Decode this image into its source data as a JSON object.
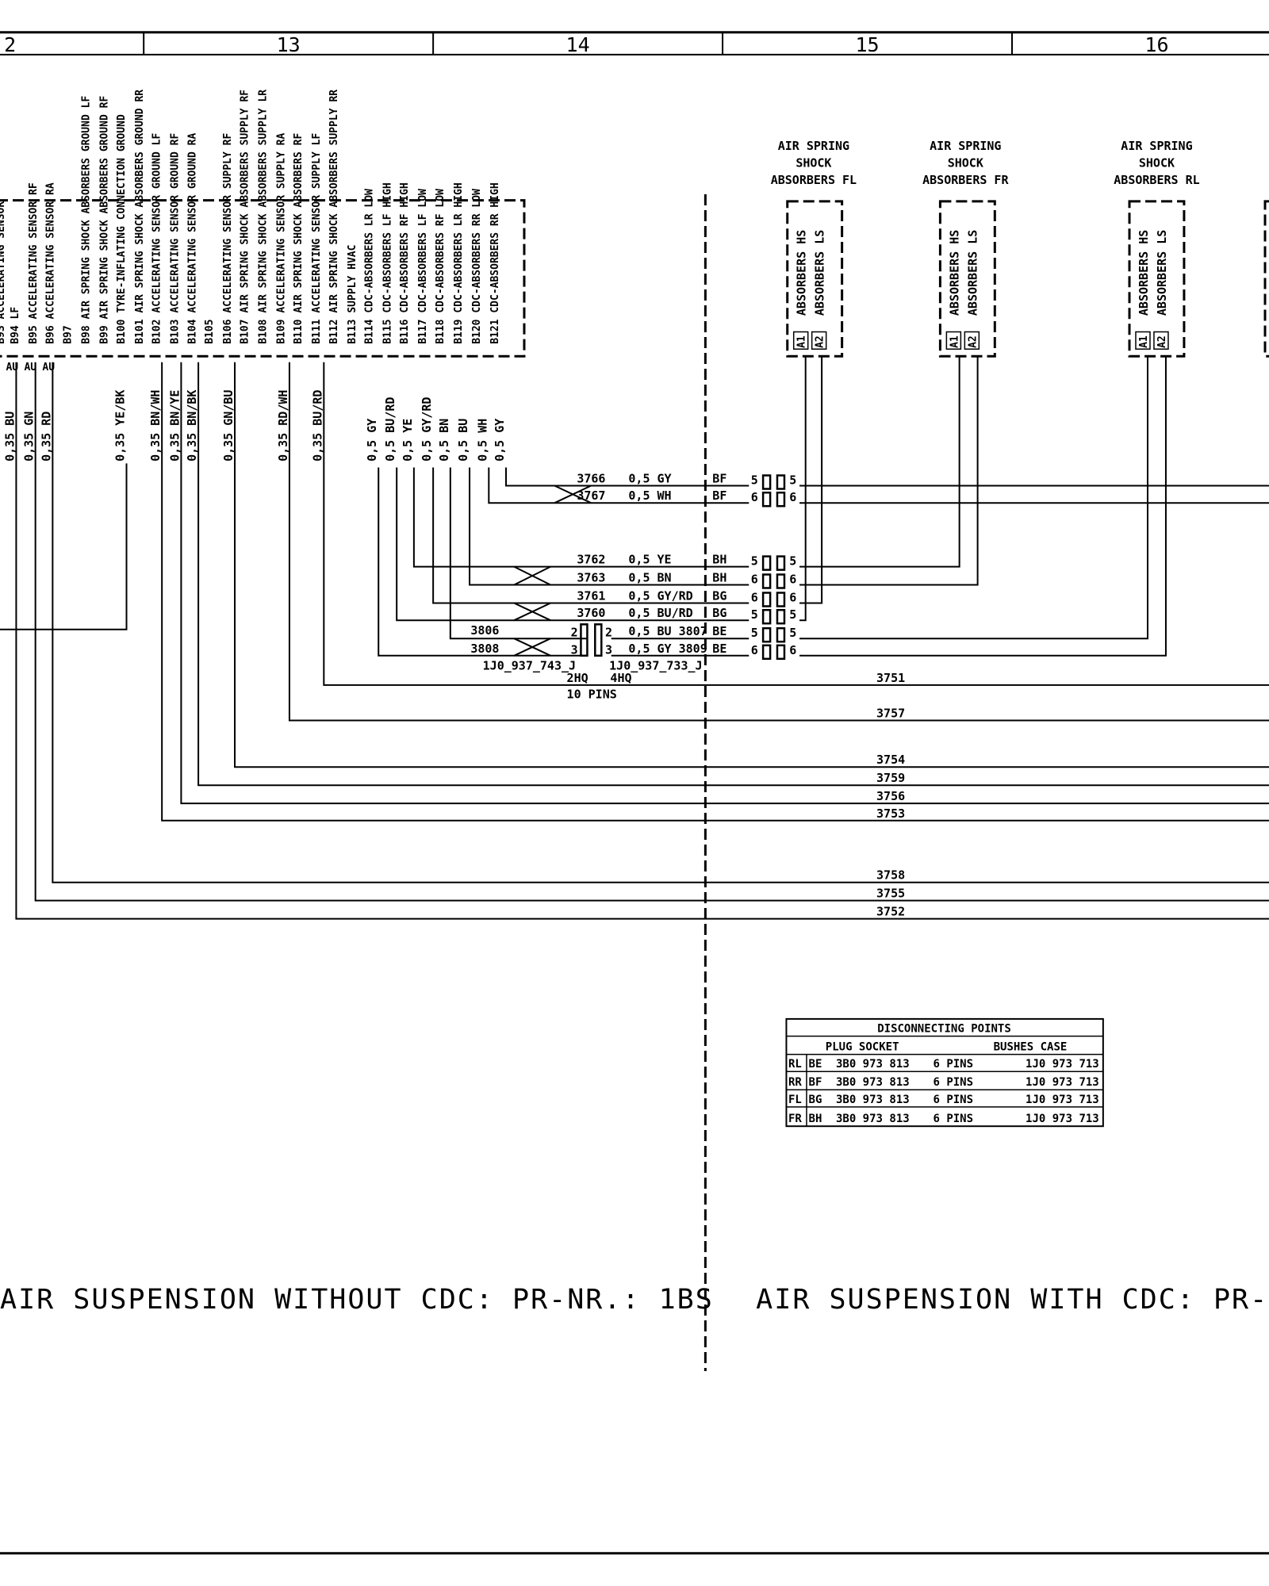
{
  "header": {
    "columns": [
      "2",
      "13",
      "14",
      "15",
      "16"
    ]
  },
  "components": [
    {
      "title": [
        "AIR SPRING",
        "SHOCK",
        "ABSORBERS FL"
      ],
      "pins": [
        "ABSORBERS HS",
        "ABSORBERS LS"
      ],
      "pin_ids": [
        "A1",
        "A2"
      ]
    },
    {
      "title": [
        "AIR SPRING",
        "SHOCK",
        "ABSORBERS FR"
      ],
      "pins": [
        "ABSORBERS HS",
        "ABSORBERS LS"
      ],
      "pin_ids": [
        "A1",
        "A2"
      ]
    },
    {
      "title": [
        "AIR SPRING",
        "SHOCK",
        "ABSORBERS RL"
      ],
      "pins": [
        "ABSORBERS HS",
        "ABSORBERS LS"
      ],
      "pin_ids": [
        "A1",
        "A2"
      ]
    },
    {
      "title": [
        "AI",
        "",
        "ABS"
      ],
      "pins": [],
      "pin_ids": []
    }
  ],
  "control_unit_pins": [
    {
      "id": "B93",
      "label": "ACCELERATING SENSOR"
    },
    {
      "id": "B94",
      "label": "LF"
    },
    {
      "id": "B95",
      "label": "ACCELERATING SENSOR RF"
    },
    {
      "id": "B96",
      "label": "ACCELERATING SENSOR RA"
    },
    {
      "id": "B97",
      "label": ""
    },
    {
      "id": "B98",
      "label": "AIR SPRING SHOCK ABSORBERS GROUND LF"
    },
    {
      "id": "B99",
      "label": "AIR SPRING SHOCK ABSORBERS GROUND RF"
    },
    {
      "id": "B100",
      "label": "TYRE-INFLATING CONNECTION GROUND"
    },
    {
      "id": "B101",
      "label": "AIR SPRING SHOCK ABSORBERS GROUND RR"
    },
    {
      "id": "B102",
      "label": "ACCELERATING SENSOR GROUND LF"
    },
    {
      "id": "B103",
      "label": "ACCELERATING SENSOR GROUND RF"
    },
    {
      "id": "B104",
      "label": "ACCELERATING SENSOR GROUND RA"
    },
    {
      "id": "B105",
      "label": ""
    },
    {
      "id": "B106",
      "label": "ACCELERATING SENSOR SUPPLY RF"
    },
    {
      "id": "B107",
      "label": "AIR SPRING SHOCK ABSORBERS SUPPLY RF"
    },
    {
      "id": "B108",
      "label": "AIR SPRING SHOCK ABSORBERS SUPPLY LR"
    },
    {
      "id": "B109",
      "label": "ACCELERATING SENSOR SUPPLY RA"
    },
    {
      "id": "B110",
      "label": "AIR SPRING SHOCK ABSORBERS RF"
    },
    {
      "id": "B111",
      "label": "ACCELERATING SENSOR SUPPLY LF"
    },
    {
      "id": "B112",
      "label": "AIR SPRING SHOCK ABSORBERS SUPPLY RR"
    },
    {
      "id": "B113",
      "label": "SUPPLY HVAC"
    },
    {
      "id": "B114",
      "label": "CDC-ABSORBERS LR LOW"
    },
    {
      "id": "B115",
      "label": "CDC-ABSORBERS LF HIGH"
    },
    {
      "id": "B116",
      "label": "CDC-ABSORBERS RF HIGH"
    },
    {
      "id": "B117",
      "label": "CDC-ABSORBERS LF LOW"
    },
    {
      "id": "B118",
      "label": "CDC-ABSORBERS RF LOW"
    },
    {
      "id": "B119",
      "label": "CDC-ABSORBERS LR HIGH"
    },
    {
      "id": "B120",
      "label": "CDC-ABSORBERS RR LOW"
    },
    {
      "id": "B121",
      "label": "CDC-ABSORBERS RR HIGH"
    }
  ],
  "ground_marks": [
    "AU",
    "AU",
    "AU"
  ],
  "vertical_wires": [
    "0,35 BU",
    "0,35 GN",
    "0,35 RD",
    "0,35 YE/BK",
    "0,35 BN/WH",
    "0,35 BN/YE",
    "0,35 BN/BK",
    "0,35 GN/BU",
    "0,35 RD/WH",
    "0,35 BU/RD",
    "0,5 GY",
    "0,5 BU/RD",
    "0,5 YE",
    "0,5 GY/RD",
    "0,5 BN",
    "0,5 BU",
    "0,5 WH",
    "0,5 GY"
  ],
  "horizontal_wires": [
    {
      "num": "3766",
      "spec": "0,5 GY",
      "conn": "BF"
    },
    {
      "num": "3767",
      "spec": "0,5 WH",
      "conn": "BF"
    },
    {
      "num": "3762",
      "spec": "0,5 YE",
      "conn": "BH"
    },
    {
      "num": "3763",
      "spec": "0,5 BN",
      "conn": "BH"
    },
    {
      "num": "3761",
      "spec": "0,5 GY/RD",
      "conn": "BG"
    },
    {
      "num": "3760",
      "spec": "0,5 BU/RD",
      "conn": "BG"
    },
    {
      "num": "",
      "spec": "0,5 BU 3807",
      "conn": "BE"
    },
    {
      "num": "",
      "spec": "0,5 GY 3809",
      "conn": "BE"
    }
  ],
  "connector_pins": [
    [
      "5",
      "5"
    ],
    [
      "6",
      "6"
    ],
    [
      "5",
      "5"
    ],
    [
      "6",
      "6"
    ],
    [
      "6",
      "6"
    ],
    [
      "5",
      "5"
    ],
    [
      "5",
      "5"
    ],
    [
      "6",
      "6"
    ]
  ],
  "junction": {
    "wire_top": "3806",
    "wire_bottom": "3808",
    "pins": [
      "2",
      "2",
      "3",
      "3"
    ],
    "part_left": "1J0_937_743_J",
    "part_right": "1J0_937_733_J",
    "ref_left": "2HQ",
    "ref_right": "4HQ",
    "pin_count": "10 PINS"
  },
  "through_wires": [
    "3751",
    "3757",
    "3754",
    "3759",
    "3756",
    "3753",
    "3758",
    "3755",
    "3752"
  ],
  "disconnecting_points": {
    "title": "DISCONNECTING POINTS",
    "headers": [
      "PLUG SOCKET",
      "BUSHES CASE"
    ],
    "rows": [
      {
        "pos": "RL",
        "code": "BE",
        "part": "3B0 973 813",
        "pins": "6 PINS",
        "case": "1J0 973 713"
      },
      {
        "pos": "RR",
        "code": "BF",
        "part": "3B0 973 813",
        "pins": "6 PINS",
        "case": "1J0 973 713"
      },
      {
        "pos": "FL",
        "code": "BG",
        "part": "3B0 973 813",
        "pins": "6 PINS",
        "case": "1J0 973 713"
      },
      {
        "pos": "FR",
        "code": "BH",
        "part": "3B0 973 813",
        "pins": "6 PINS",
        "case": "1J0 973 713"
      }
    ]
  },
  "captions": {
    "left": "AIR SUSPENSION WITHOUT CDC: PR-NR.: 1BS",
    "right": "AIR SUSPENSION WITH CDC: PR-N"
  }
}
